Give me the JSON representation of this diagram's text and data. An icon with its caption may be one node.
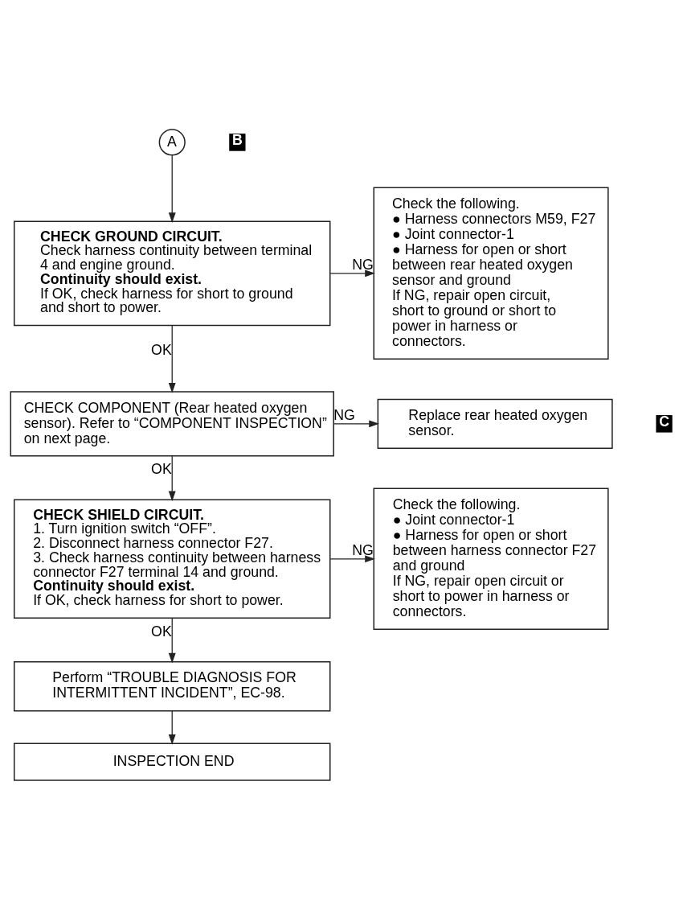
{
  "diagram": {
    "nodes": [
      {
        "text": [
          "A"
        ]
      },
      {
        "text": [
          "CHECK GROUND CIRCUIT.",
          "Check harness continuity between terminal 4 and engine ground.",
          "Continuity should exist.",
          "If OK, check harness for short to ground and short to power."
        ]
      },
      {
        "text": [
          "Check the following.",
          "● Harness connectors M59, F27",
          "● Joint connector-1",
          "● Harness for open or short between rear heated oxygen sensor and ground",
          "If NG, repair open circuit, short to ground or short to power in harness or connectors."
        ]
      },
      {
        "text": [
          "CHECK COMPONENT (Rear heated oxygen sensor). Refer to “COMPONENT INSPECTION” on next page."
        ]
      },
      {
        "text": [
          "Replace rear heated oxygen sensor."
        ]
      },
      {
        "text": [
          "CHECK SHIELD CIRCUIT.",
          "1. Turn ignition switch “OFF”.",
          "2. Disconnect harness connector F27.",
          "3. Check harness continuity between harness connector F27 terminal 14 and ground.",
          "Continuity should exist.",
          "If OK, check harness for short to power."
        ]
      },
      {
        "text": [
          "Check the following.",
          "● Joint connector-1",
          "● Harness for open or short between harness connector F27 and ground",
          "If NG, repair open circuit or short to power in harness or connectors."
        ]
      },
      {
        "text": [
          "Perform “TROUBLE DIAGNOSIS FOR INTERMITTENT INCIDENT”, EC-98."
        ]
      },
      {
        "text": [
          "INSPECTION END"
        ]
      }
    ],
    "edges": [
      {
        "from": 0,
        "to": 1,
        "arrow": "to"
      },
      {
        "from": 1,
        "to": 2,
        "arrow": "to",
        "label": "NG"
      },
      {
        "from": 1,
        "to": 3,
        "arrow": "to",
        "label": "OK"
      },
      {
        "from": 3,
        "to": 4,
        "arrow": "to",
        "label": "NG"
      },
      {
        "from": 3,
        "to": 5,
        "arrow": "to",
        "label": "OK"
      },
      {
        "from": 5,
        "to": 6,
        "arrow": "to",
        "label": "NG"
      },
      {
        "from": 5,
        "to": 7,
        "arrow": "to",
        "label": "OK"
      },
      {
        "from": 7,
        "to": 8,
        "arrow": "to"
      }
    ],
    "labels": [
      "B",
      "C"
    ]
  }
}
